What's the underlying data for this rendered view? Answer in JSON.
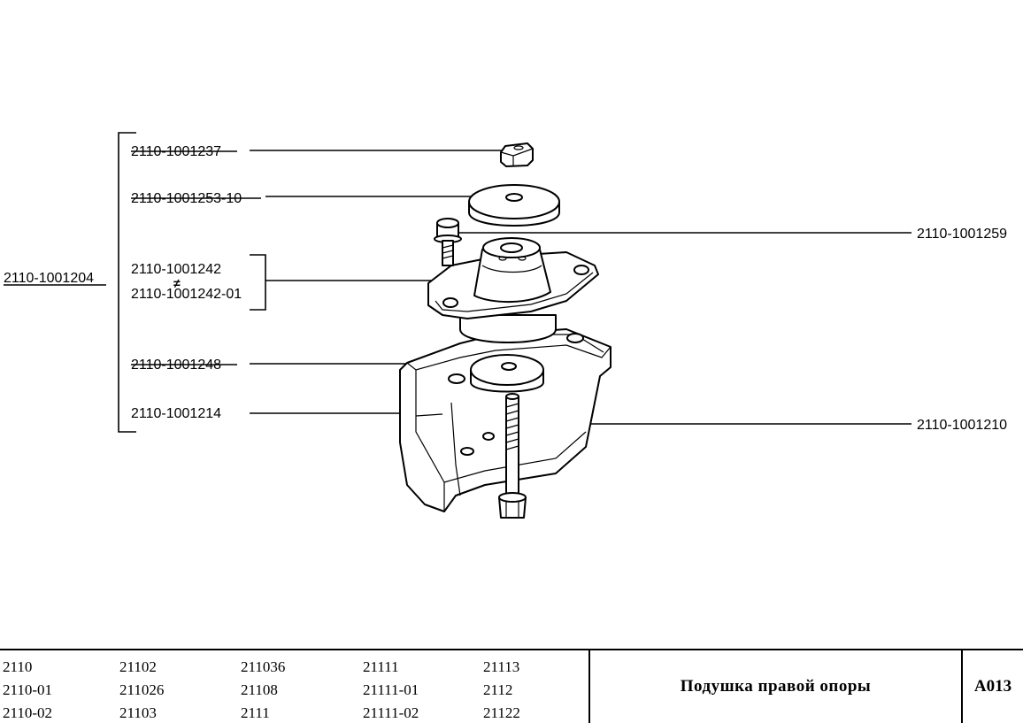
{
  "parts": {
    "assembly": "2110-1001204",
    "nut": "2110-1001237",
    "washer": "2110-1001253-10",
    "flange_bolt": "2110-1001259",
    "cushion": "2110-1001242",
    "cushion_alt": "2110-1001242-01",
    "lower_washer": "2110-1001248",
    "long_bolt": "2110-1001214",
    "bracket": "2110-1001210"
  },
  "interchange_symbol": "≠",
  "models": [
    [
      "2110",
      "21102",
      "211036",
      "21111",
      "21113"
    ],
    [
      "2110-01",
      "211026",
      "21108",
      "21111-01",
      "2112"
    ],
    [
      "2110-02",
      "21103",
      "2111",
      "21111-02",
      "21122"
    ]
  ],
  "title": "Подушка правой опоры",
  "code": "A013"
}
